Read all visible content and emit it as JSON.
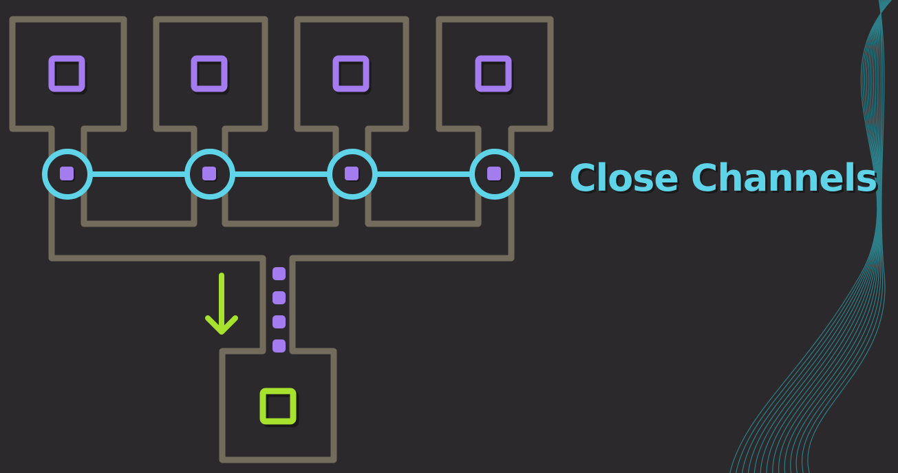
{
  "diagram": {
    "label": "Close Channels",
    "colors": {
      "background": "#2b292b",
      "pipe": "#736b5b",
      "channel": "#5fd3e8",
      "source_square": "#a57cf0",
      "dest_square": "#a6e22e",
      "arrow": "#a6e22e",
      "data_dot": "#a57cf0",
      "shadow": "#1b1a1b",
      "decor_lines": "#2e8e9a"
    },
    "sources": [
      {
        "name": "source-1"
      },
      {
        "name": "source-2"
      },
      {
        "name": "source-3"
      },
      {
        "name": "source-4"
      }
    ],
    "funnel_dots": 4,
    "arrow_icon": "arrow-down-icon"
  }
}
